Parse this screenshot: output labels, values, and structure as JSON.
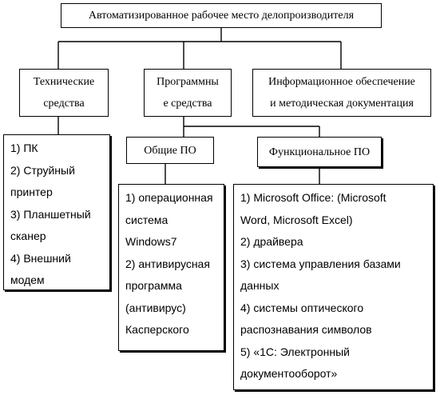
{
  "root": {
    "title": "Автоматизированное рабочее место делопроизводителя"
  },
  "categories": {
    "technical": [
      "Технические",
      "средства"
    ],
    "software": [
      "Программны",
      "е средства"
    ],
    "info": [
      "Информационное обеспечение",
      "и методическая документация"
    ]
  },
  "software_groups": {
    "general": "Общие ПО",
    "functional": "Функциональное ПО"
  },
  "technical_items": [
    "1) ПК",
    "2) Струйный",
    "принтер",
    "3) Планшетный",
    "сканер",
    "4) Внешний",
    "модем"
  ],
  "general_items": [
    "1) операционная",
    "система",
    "Windows7",
    "2) антивирусная",
    "программа",
    "(антивирус)",
    "Касперского"
  ],
  "functional_items": [
    "1) Microsoft Office: (Microsoft",
    "Word, Microsoft Excel)",
    "2) драйвера",
    "3) система управления базами",
    "данных",
    "4) системы оптического",
    "распознавания символов",
    "5) «1С: Электронный",
    "документооборот»"
  ]
}
